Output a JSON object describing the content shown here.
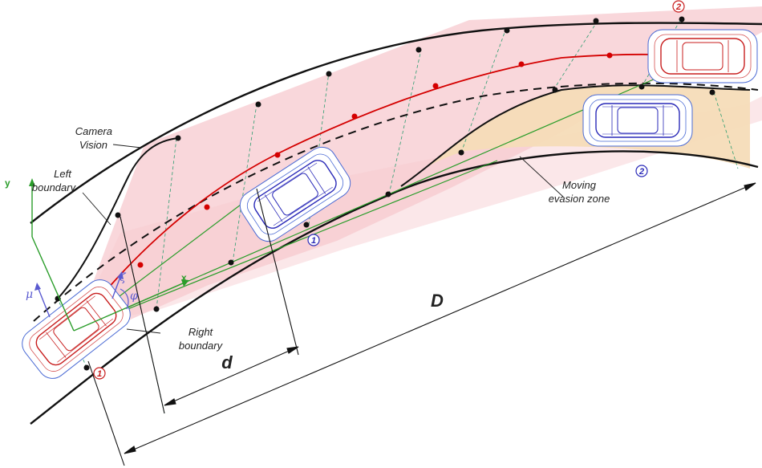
{
  "labels": {
    "camera_vision_line1": "Camera",
    "camera_vision_line2": "Vision",
    "left_boundary_line1": "Left",
    "left_boundary_line2": "boundary",
    "right_boundary_line1": "Right",
    "right_boundary_line2": "boundary",
    "evasion_zone_line1": "Moving",
    "evasion_zone_line2": "evasion zone",
    "dim_d": "d",
    "dim_D": "D"
  },
  "axes": {
    "y": "y",
    "x": "x",
    "mu": "μ",
    "zeta": "ζ",
    "phi": "φ"
  },
  "badges": {
    "ego_car": "1",
    "obstacle_1": "1",
    "obstacle_2": "2",
    "target_car": "2"
  },
  "colors": {
    "road_boundary": "#111111",
    "trajectory": "#d40000",
    "camera_fov": "#f7c9cf",
    "evasion_zone": "#f6dcb8",
    "guide_lines": "#2a9d6f",
    "obstacle_car": "#2a2ab8",
    "ego_car": "#c81e1e",
    "heading_line": "#2a9d2a"
  }
}
